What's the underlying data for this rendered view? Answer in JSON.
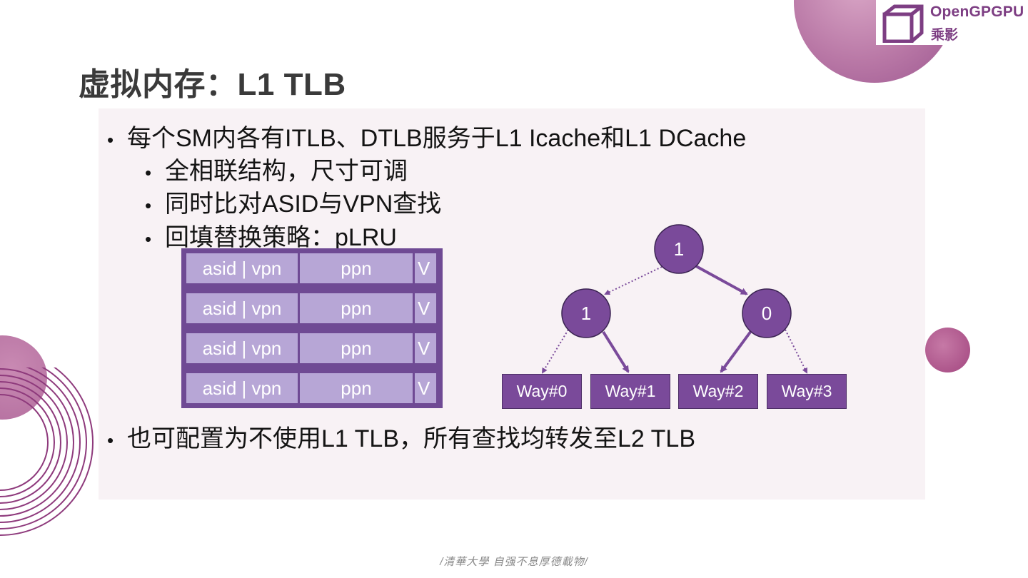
{
  "logo": {
    "name": "OpenGPGPU",
    "subtitle": "乘影"
  },
  "title": "虚拟内存：L1 TLB",
  "bullets": [
    {
      "level": 1,
      "text": "每个SM内各有ITLB、DTLB服务于L1 Icache和L1 DCache"
    },
    {
      "level": 2,
      "text": "全相联结构，尺寸可调"
    },
    {
      "level": 2,
      "text": "同时比对ASID与VPN查找"
    },
    {
      "level": 2,
      "text": "回填替换策略：pLRU"
    },
    {
      "level": 1,
      "text": "也可配置为不使用L1 TLB，所有查找均转发至L2 TLB"
    }
  ],
  "bullet_symbol": "•",
  "tlb_table": {
    "rows": [
      {
        "key": "asid | vpn",
        "ppn": "ppn",
        "valid": "V"
      },
      {
        "key": "asid | vpn",
        "ppn": "ppn",
        "valid": "V"
      },
      {
        "key": "asid | vpn",
        "ppn": "ppn",
        "valid": "V"
      },
      {
        "key": "asid | vpn",
        "ppn": "ppn",
        "valid": "V"
      }
    ]
  },
  "plru_tree": {
    "root": "1",
    "left": "1",
    "right": "0",
    "ways": [
      "Way#0",
      "Way#1",
      "Way#2",
      "Way#3"
    ]
  },
  "colors": {
    "accent": "#7a4a9a",
    "table_border": "#6f4a94",
    "table_cell": "#b7a6d6",
    "panel": "#f8f2f5",
    "logo": "#7d3e83"
  },
  "footer": "/清華大學 自强不息厚德載物/"
}
